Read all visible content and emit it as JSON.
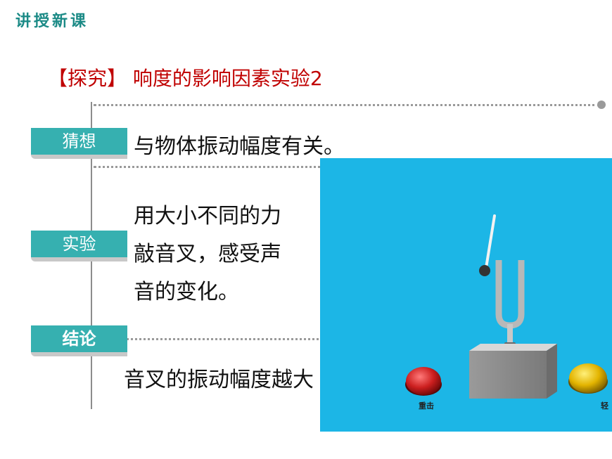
{
  "header": {
    "section_title": "讲授新课"
  },
  "slide": {
    "heading": "【探究】 响度的影响因素实验2"
  },
  "guess": {
    "label": "猜想",
    "text": "与物体振动幅度有关。"
  },
  "experiment": {
    "label": "实验",
    "lines": [
      "用大小不同的力",
      "敲音叉，感受声",
      "音的变化。"
    ]
  },
  "conclusion": {
    "label": "结论",
    "text": "音叉的振动幅度越大"
  },
  "simulation": {
    "heavy_button_label": "重击",
    "light_button_label": "轻",
    "colors": {
      "background": "#1cb6e6",
      "heavy_button": "#cc1f1f",
      "light_button": "#e3b400"
    }
  }
}
